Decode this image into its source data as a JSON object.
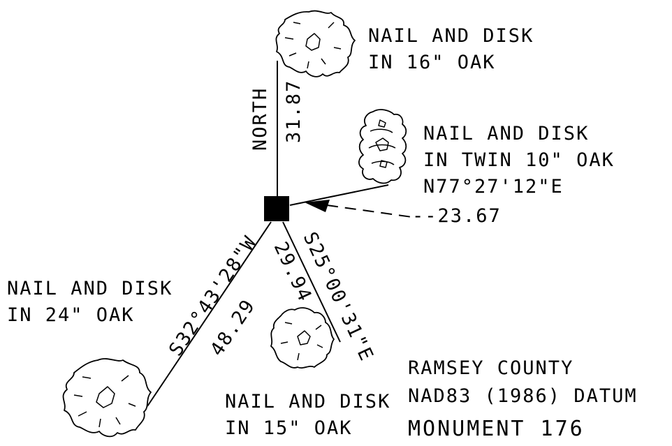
{
  "labels": {
    "north_oak": [
      "NAIL AND DISK",
      "IN 16\" OAK"
    ],
    "twin_oak": [
      "NAIL AND DISK",
      "IN  TWIN 10\" OAK",
      "N77°27'12\"E"
    ],
    "twin_dist": "--23.67",
    "west_oak": [
      "NAIL AND DISK",
      "IN 24\" OAK"
    ],
    "south_oak": [
      "NAIL AND DISK",
      "IN 15\" OAK"
    ],
    "north_bearing": "NORTH",
    "north_dist": "31.87",
    "sw_bearing": "S32°43'28\"W",
    "sw_dist": "48.29",
    "se_bearing": "S25°00'31\"E",
    "se_dist": "29.94"
  },
  "title_block": {
    "county": "RAMSEY COUNTY",
    "datum": "NAD83 (1986) DATUM",
    "monument": "MONUMENT 176"
  },
  "colors": {
    "ink": "#000000",
    "paper": "#ffffff"
  },
  "icons": [
    "oak-tree-icon",
    "monument-square-icon",
    "arrowhead-icon"
  ]
}
